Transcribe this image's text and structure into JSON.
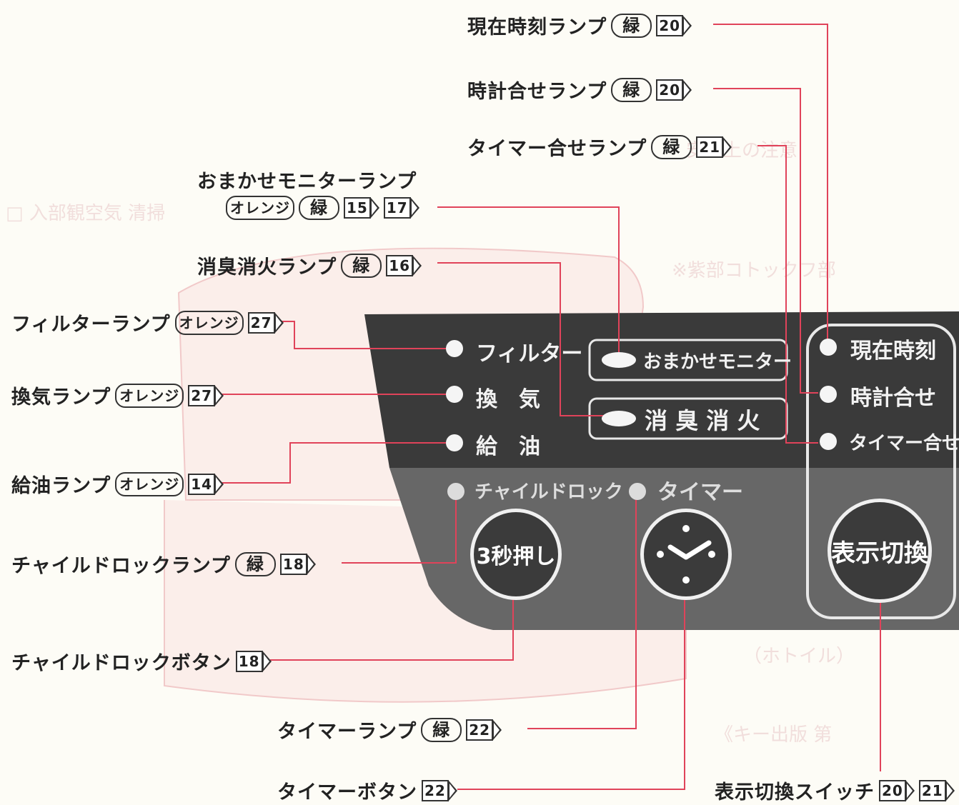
{
  "labels": {
    "genzai_lamp": {
      "text": "現在時刻ランプ",
      "color": "緑",
      "refs": [
        "20"
      ]
    },
    "tokei_lamp": {
      "text": "時計合せランプ",
      "color": "緑",
      "refs": [
        "20"
      ]
    },
    "timer_awase_lamp": {
      "text": "タイマー合せランプ",
      "color": "緑",
      "refs": [
        "21"
      ]
    },
    "omakase_lamp": {
      "text": "おまかせモニターランプ",
      "colors": [
        "オレンジ",
        "緑"
      ],
      "refs": [
        "15",
        "17"
      ]
    },
    "shoshu_lamp": {
      "text": "消臭消火ランプ",
      "color": "緑",
      "refs": [
        "16"
      ]
    },
    "filter_lamp": {
      "text": "フィルターランプ",
      "color": "オレンジ",
      "refs": [
        "27"
      ]
    },
    "kanki_lamp": {
      "text": "換気ランプ",
      "color": "オレンジ",
      "refs": [
        "27"
      ]
    },
    "kyuyu_lamp": {
      "text": "給油ランプ",
      "color": "オレンジ",
      "refs": [
        "14"
      ]
    },
    "child_lamp": {
      "text": "チャイルドロックランプ",
      "color": "緑",
      "refs": [
        "18"
      ]
    },
    "child_button": {
      "text": "チャイルドロックボタン",
      "refs": [
        "18"
      ]
    },
    "timer_lamp": {
      "text": "タイマーランプ",
      "color": "緑",
      "refs": [
        "22"
      ]
    },
    "timer_button": {
      "text": "タイマーボタン",
      "refs": [
        "22"
      ]
    },
    "hyoji_switch": {
      "text": "表示切換スイッチ",
      "refs": [
        "20",
        "21"
      ]
    }
  },
  "panel": {
    "filter": "フィルター",
    "kanki": "換　気",
    "kyuyu": "給　油",
    "omakase": "おまかせモニター",
    "shoshu": "消 臭 消 火",
    "genzai": "現在時刻",
    "tokei": "時計合せ",
    "timer_awase": "タイマー合せ",
    "child": "チャイルドロック",
    "timer": "タイマー",
    "btn_3sec": "3秒押し",
    "btn_hyoji": "表示切換"
  },
  "colors": {
    "leader": "#e0435a",
    "panel_dark": "#3e3e3e",
    "panel_light": "#6a6a6a"
  },
  "icons": {
    "timer_button": "clock-icon",
    "ref_marker": "page-ref-arrow-icon"
  }
}
